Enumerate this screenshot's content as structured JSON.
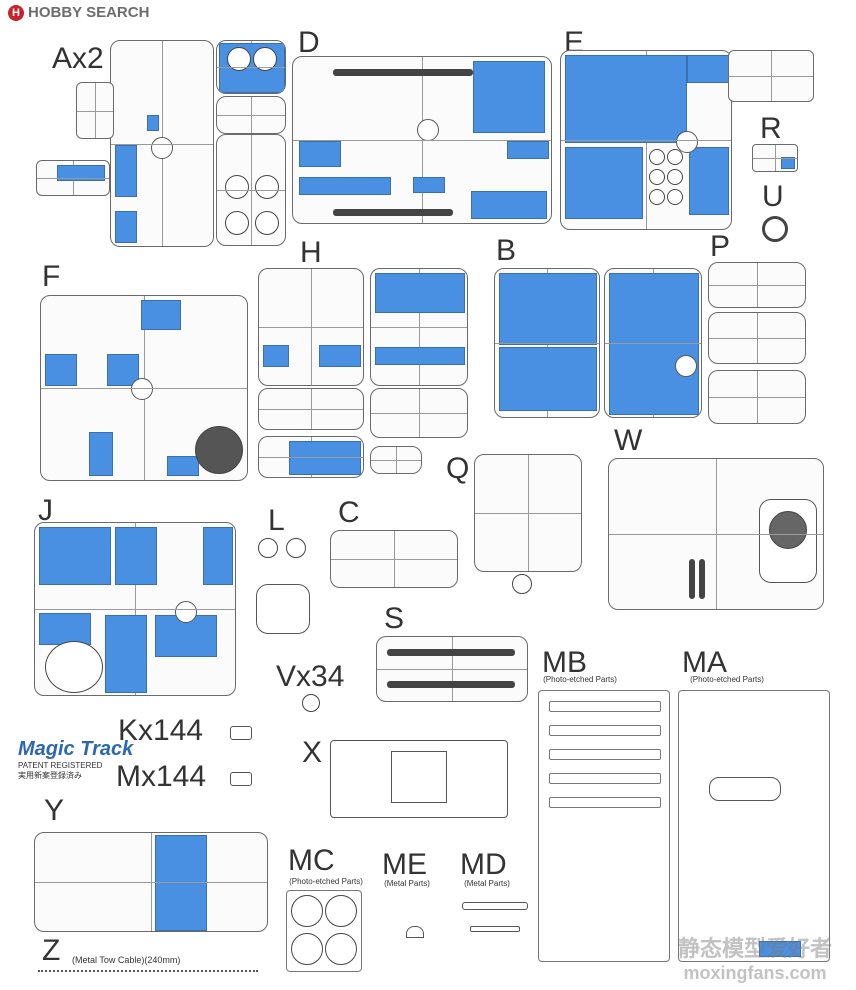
{
  "header": {
    "logo_text": "HOBBY SEARCH"
  },
  "sprues": [
    {
      "key": "a",
      "label": "Ax2"
    },
    {
      "key": "d",
      "label": "D"
    },
    {
      "key": "e",
      "label": "E"
    },
    {
      "key": "r",
      "label": "R"
    },
    {
      "key": "u",
      "label": "U"
    },
    {
      "key": "f",
      "label": "F"
    },
    {
      "key": "h",
      "label": "H"
    },
    {
      "key": "b",
      "label": "B"
    },
    {
      "key": "p",
      "label": "P"
    },
    {
      "key": "w",
      "label": "W"
    },
    {
      "key": "q",
      "label": "Q"
    },
    {
      "key": "j",
      "label": "J"
    },
    {
      "key": "l",
      "label": "L"
    },
    {
      "key": "c",
      "label": "C"
    },
    {
      "key": "s",
      "label": "S"
    },
    {
      "key": "v",
      "label": "Vx34"
    },
    {
      "key": "mb",
      "label": "MB",
      "sub": "(Photo-etched Parts)"
    },
    {
      "key": "ma",
      "label": "MA",
      "sub": "(Photo-etched Parts)"
    },
    {
      "key": "k",
      "label": "Kx144"
    },
    {
      "key": "m",
      "label": "Mx144"
    },
    {
      "key": "x",
      "label": "X"
    },
    {
      "key": "y",
      "label": "Y"
    },
    {
      "key": "mc",
      "label": "MC",
      "sub": "(Photo-etched Parts)"
    },
    {
      "key": "me",
      "label": "ME",
      "sub": "(Metal Parts)"
    },
    {
      "key": "md",
      "label": "MD",
      "sub": "(Metal Parts)"
    },
    {
      "key": "z",
      "label": "Z",
      "sub": "(Metal Tow Cable)(240mm)"
    }
  ],
  "magic_track": {
    "brand": "Magic Track",
    "patent": "PATENT REGISTERED",
    "jp": "実用新案登録済み"
  },
  "watermark": {
    "cn": "静态模型爱好者",
    "url": "moxingfans.com"
  },
  "colors": {
    "accent_blue": "#4a90e2",
    "outline": "#6a6a6a"
  }
}
